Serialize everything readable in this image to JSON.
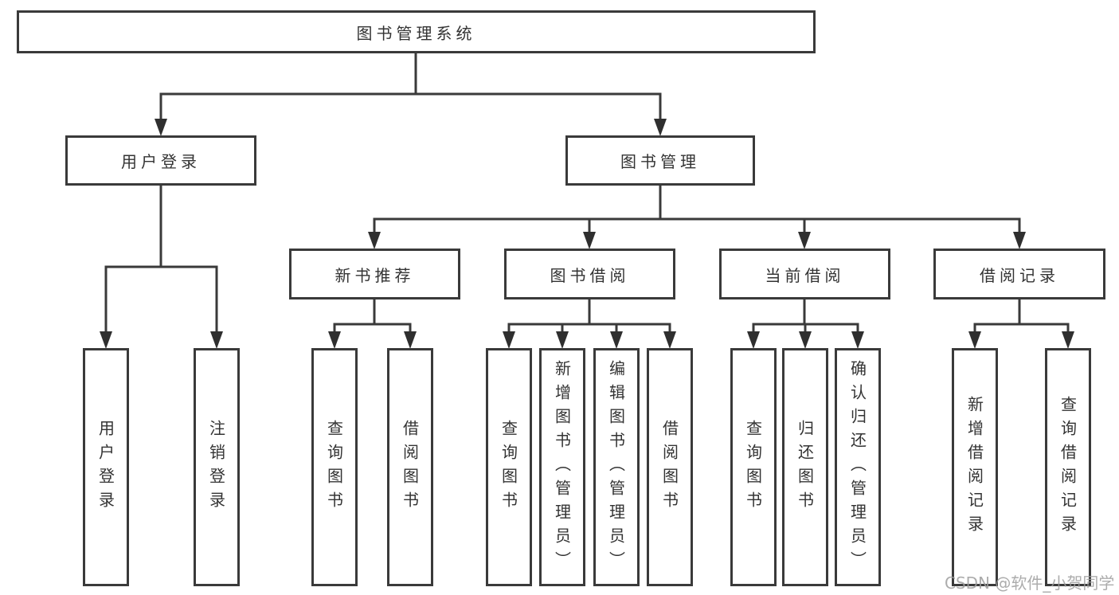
{
  "diagram": {
    "title": "图书管理系统",
    "level1": [
      {
        "label": "用户登录",
        "children": [
          {
            "label": "用户登录"
          },
          {
            "label": "注销登录"
          }
        ]
      },
      {
        "label": "图书管理",
        "children": [
          {
            "label": "新书推荐",
            "children": [
              {
                "label": "查询图书"
              },
              {
                "label": "借阅图书"
              }
            ]
          },
          {
            "label": "图书借阅",
            "children": [
              {
                "label": "查询图书"
              },
              {
                "label": "新增图书（管理员）"
              },
              {
                "label": "编辑图书（管理员）"
              },
              {
                "label": "借阅图书"
              }
            ]
          },
          {
            "label": "当前借阅",
            "children": [
              {
                "label": "查询图书"
              },
              {
                "label": "归还图书"
              },
              {
                "label": "确认归还（管理员）"
              }
            ]
          },
          {
            "label": "借阅记录",
            "children": [
              {
                "label": "新增借阅记录"
              },
              {
                "label": "查询借阅记录"
              }
            ]
          }
        ]
      }
    ],
    "watermark": "CSDN @软件_小贺同学",
    "colors": {
      "line": "#3a3a3a",
      "text": "#333333",
      "background": "#ffffff",
      "watermark": "#9e9e9e"
    }
  }
}
